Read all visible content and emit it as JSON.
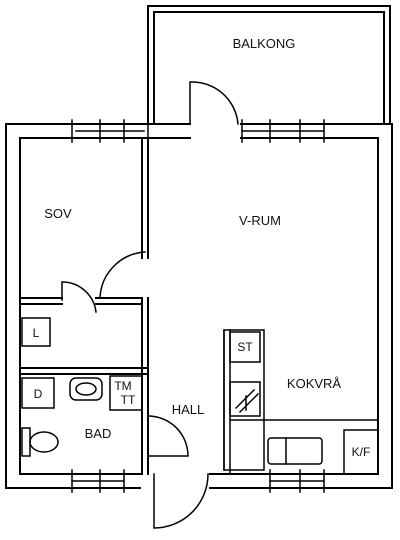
{
  "rooms": {
    "balcony": "BALKONG",
    "bedroom": "SOV",
    "living": "V-RUM",
    "kitchen": "KOKVRÅ",
    "hall": "HALL",
    "bath": "BAD"
  },
  "fixtures": {
    "linen": "L",
    "dryer": "D",
    "washer": "TM",
    "tumble_dryer": "TT",
    "stove": "ST",
    "fridge": "K/F"
  }
}
